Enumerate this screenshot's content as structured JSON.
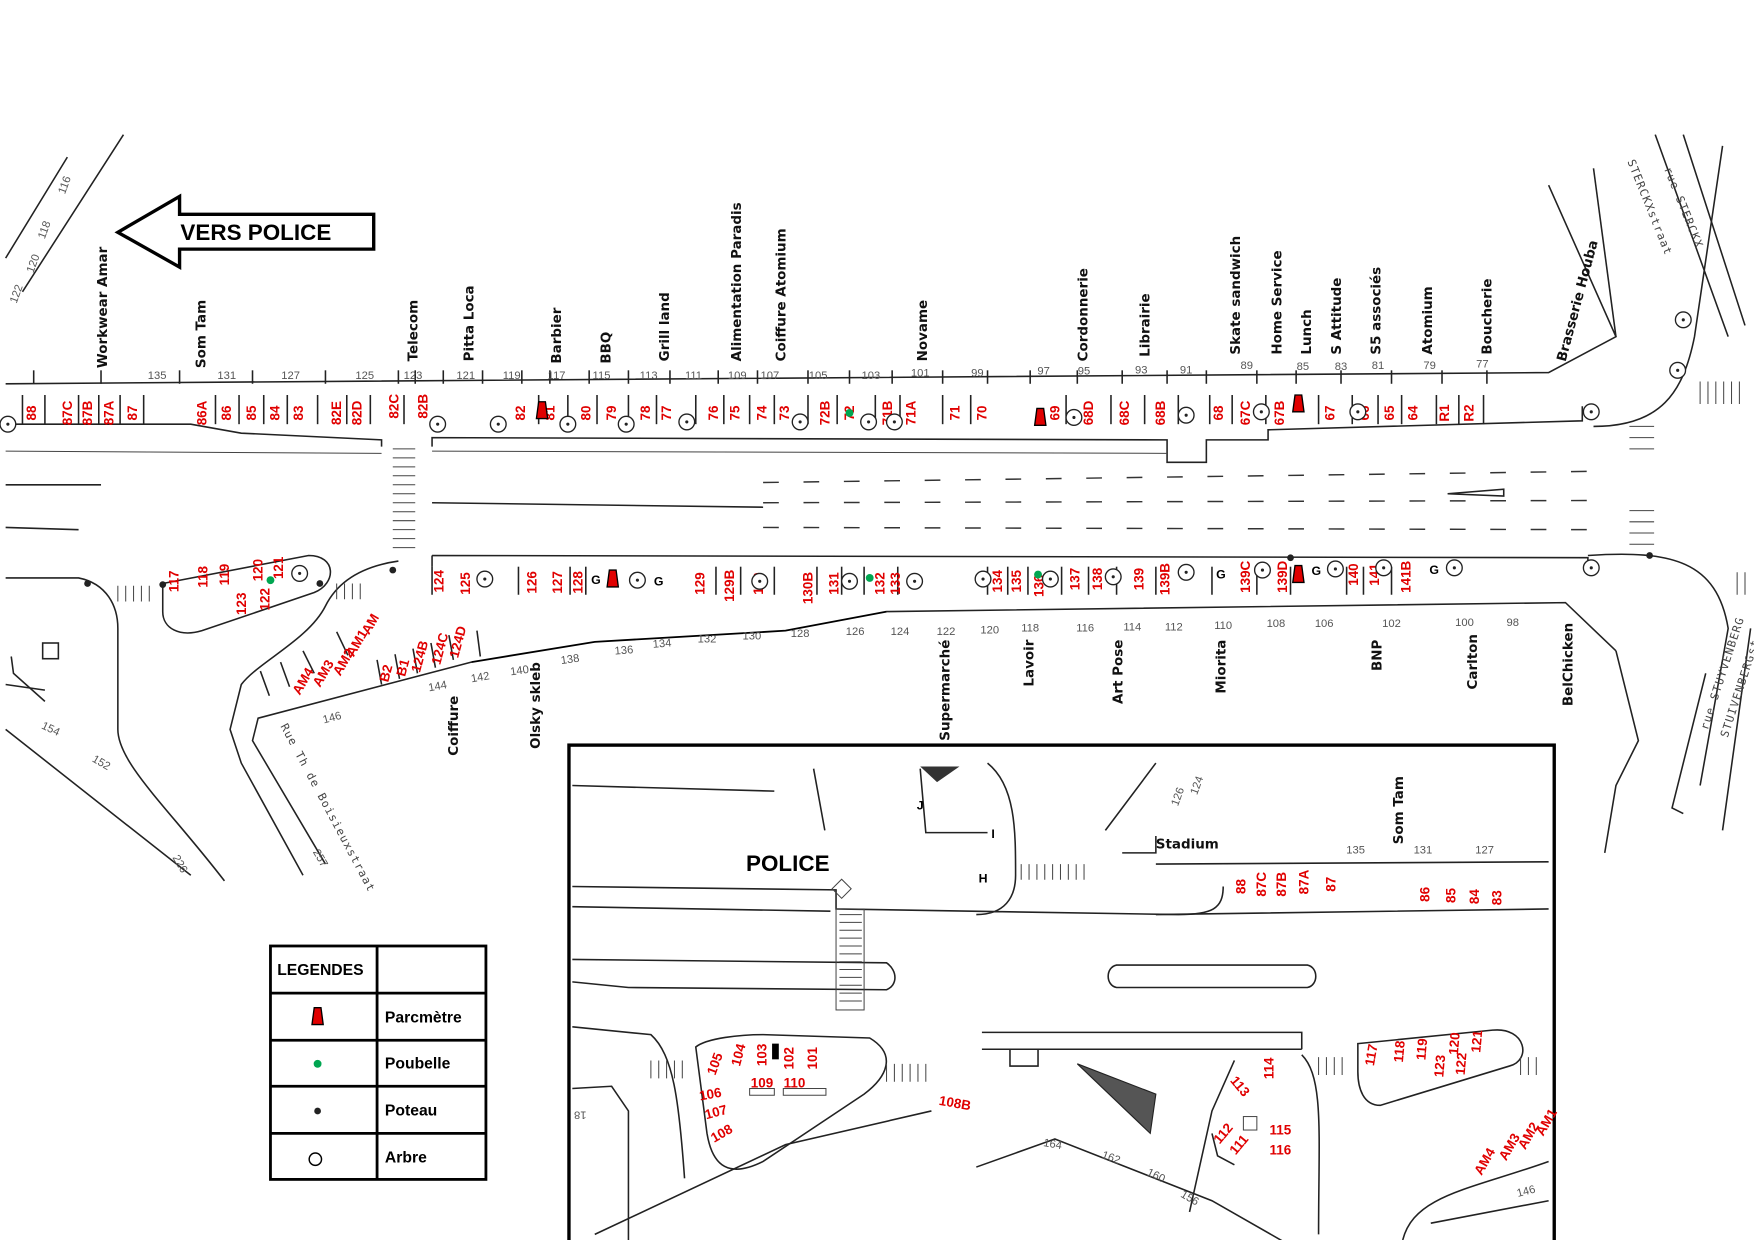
{
  "arrow_label": "VERS POLICE",
  "shops_north": [
    "Workwear Amar",
    "Som Tam",
    "Telecom",
    "Pitta Loca",
    "Barbier",
    "BBQ",
    "Grill land",
    "Alimentation Paradis",
    "Coiffure Atomium",
    "Novame",
    "Cordonnerie",
    "Librairie",
    "Skate sandwich",
    "Home Service",
    "Lunch",
    "S Attitude",
    "S5 associés",
    "Atomium",
    "Boucherie",
    "Brasserie Houba"
  ],
  "shops_south": [
    "Coiffure",
    "Olsky skleb",
    "Supermarché",
    "Lavoir",
    "Art Pose",
    "Miorita",
    "BNP",
    "Carlton",
    "BelChicken"
  ],
  "house_numbers_north": [
    "135",
    "131",
    "127",
    "125",
    "123",
    "121",
    "119",
    "117",
    "115",
    "113",
    "111",
    "109",
    "107",
    "105",
    "103",
    "101",
    "99",
    "97",
    "95",
    "93",
    "91",
    "89",
    "85",
    "83",
    "81",
    "79",
    "77"
  ],
  "house_numbers_south": [
    "146",
    "144",
    "142",
    "140",
    "138",
    "136",
    "134",
    "132",
    "130",
    "128",
    "126",
    "124",
    "122",
    "120",
    "118",
    "116",
    "114",
    "112",
    "110",
    "108",
    "106",
    "102",
    "100",
    "98"
  ],
  "house_numbers_misc": [
    "122",
    "120",
    "118",
    "116",
    "154",
    "152",
    "226",
    "257"
  ],
  "spots_north": [
    "88",
    "87C",
    "87B",
    "87A",
    "87",
    "86A",
    "86",
    "85",
    "84",
    "83",
    "82E",
    "82D",
    "82C",
    "82B",
    "82",
    "81",
    "80",
    "79",
    "78",
    "77",
    "76",
    "75",
    "74",
    "73",
    "72B",
    "72",
    "71B",
    "71A",
    "71",
    "70",
    "69",
    "68D",
    "68C",
    "68B",
    "68",
    "67C",
    "67B",
    "67",
    "66",
    "65",
    "64",
    "R1",
    "R2"
  ],
  "spots_south": [
    "117",
    "118",
    "119",
    "120",
    "121",
    "123",
    "122",
    "124",
    "125",
    "126",
    "127",
    "128",
    "129",
    "129B",
    "130",
    "130B",
    "131",
    "132",
    "133",
    "134",
    "135",
    "136",
    "137",
    "138",
    "139",
    "139B",
    "139C",
    "139D",
    "140",
    "141",
    "141B"
  ],
  "spots_diagonal": [
    "AM",
    "AM1",
    "AM2",
    "AM3",
    "AM4",
    "B2",
    "B1",
    "124B",
    "124C",
    "124D"
  ],
  "g_markers": [
    "G",
    "G",
    "G",
    "G",
    "G"
  ],
  "streets": [
    "rue STERCKX",
    "STERCKXstraat",
    "rue STUYVENBERG",
    "STUIVENBERGstraat",
    "Rue Th de Boisieuxstraat"
  ],
  "inset": {
    "title": "POLICE",
    "markers": [
      "J",
      "I",
      "H"
    ],
    "shops": [
      "Stadium",
      "Som Tam"
    ],
    "house_numbers": [
      "135",
      "131",
      "127",
      "126",
      "124",
      "164",
      "162",
      "160",
      "156",
      "146",
      "18"
    ],
    "spots": [
      "88",
      "87C",
      "87B",
      "87A",
      "87",
      "86",
      "85",
      "84",
      "83",
      "105",
      "104",
      "103",
      "102",
      "101",
      "109",
      "110",
      "106",
      "107",
      "108",
      "108B",
      "113",
      "114",
      "112",
      "111",
      "115",
      "116",
      "117",
      "118",
      "119",
      "120",
      "121",
      "122",
      "123",
      "AM1",
      "AM2",
      "AM3",
      "AM4"
    ]
  },
  "legend": {
    "title": "LEGENDES",
    "items": [
      {
        "label": "Parcmètre",
        "icon": "parking-meter-icon"
      },
      {
        "label": "Poubelle",
        "icon": "trash-bin-icon"
      },
      {
        "label": "Poteau",
        "icon": "pole-icon"
      },
      {
        "label": "Arbre",
        "icon": "tree-icon"
      }
    ]
  },
  "colors": {
    "spot": "#e00000",
    "meter": "#e00000",
    "bin": "#00a651",
    "ink": "#000000"
  }
}
